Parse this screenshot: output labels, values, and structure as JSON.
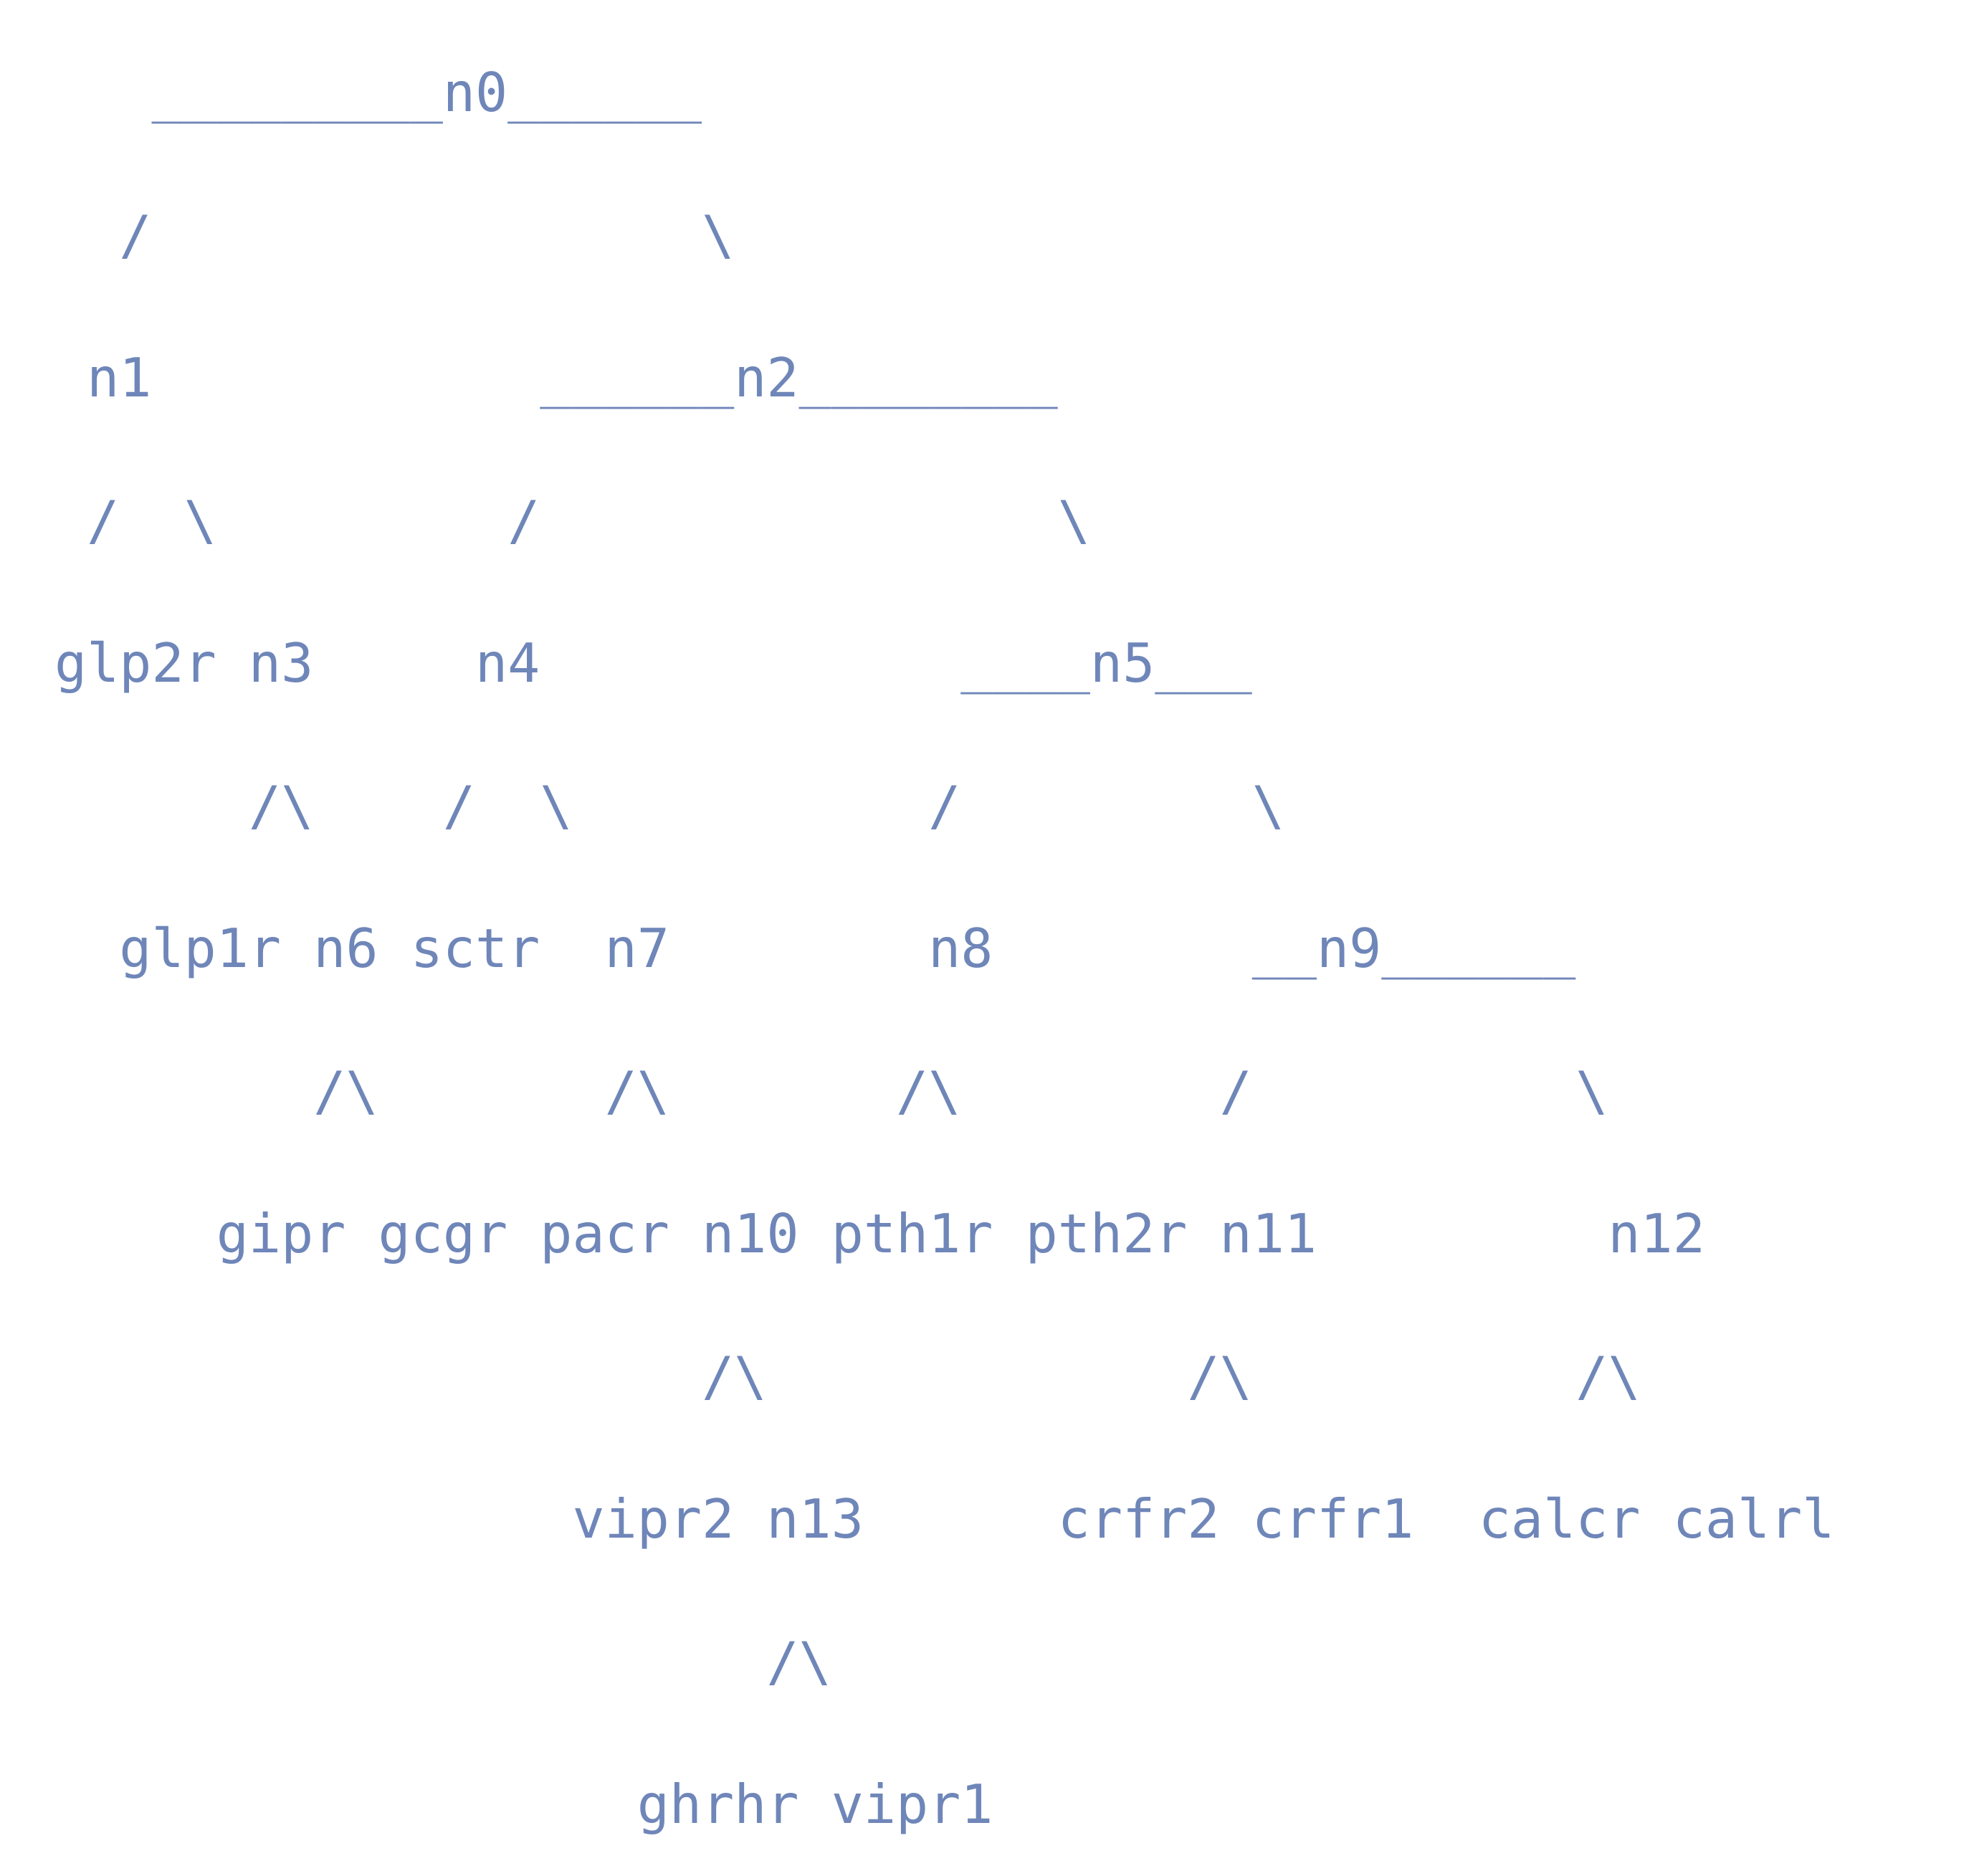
{
  "diagram": {
    "type": "ascii-tree",
    "lines": [
      "   _________n0______",
      "  /                 \\",
      " n1            ______n2________",
      " /  \\         /                \\",
      "glp2r n3     n4             ____n5___",
      "      /\\    /  \\           /         \\",
      "  glp1r n6 sctr  n7        n8        __n9______",
      "        /\\       /\\       /\\        /          \\",
      "     gipr gcgr pacr n10 pth1r pth2r n11         n12",
      "                    /\\             /\\          /\\",
      "                vipr2 n13      crfr2 crfr1  calcr calrl",
      "                      /\\",
      "                  ghrhr vipr1"
    ],
    "nodes": [
      "n0",
      "n1",
      "n2",
      "n3",
      "n4",
      "n5",
      "n6",
      "n7",
      "n8",
      "n9",
      "n10",
      "n11",
      "n12",
      "n13"
    ],
    "leaves": [
      "glp2r",
      "glp1r",
      "gipr",
      "gcgr",
      "sctr",
      "pacr",
      "vipr2",
      "ghrhr",
      "vipr1",
      "pth1r",
      "pth2r",
      "crfr2",
      "crfr1",
      "calcr",
      "calrl"
    ],
    "text_color": "#6f86b9",
    "background_color": "#ffffff"
  }
}
